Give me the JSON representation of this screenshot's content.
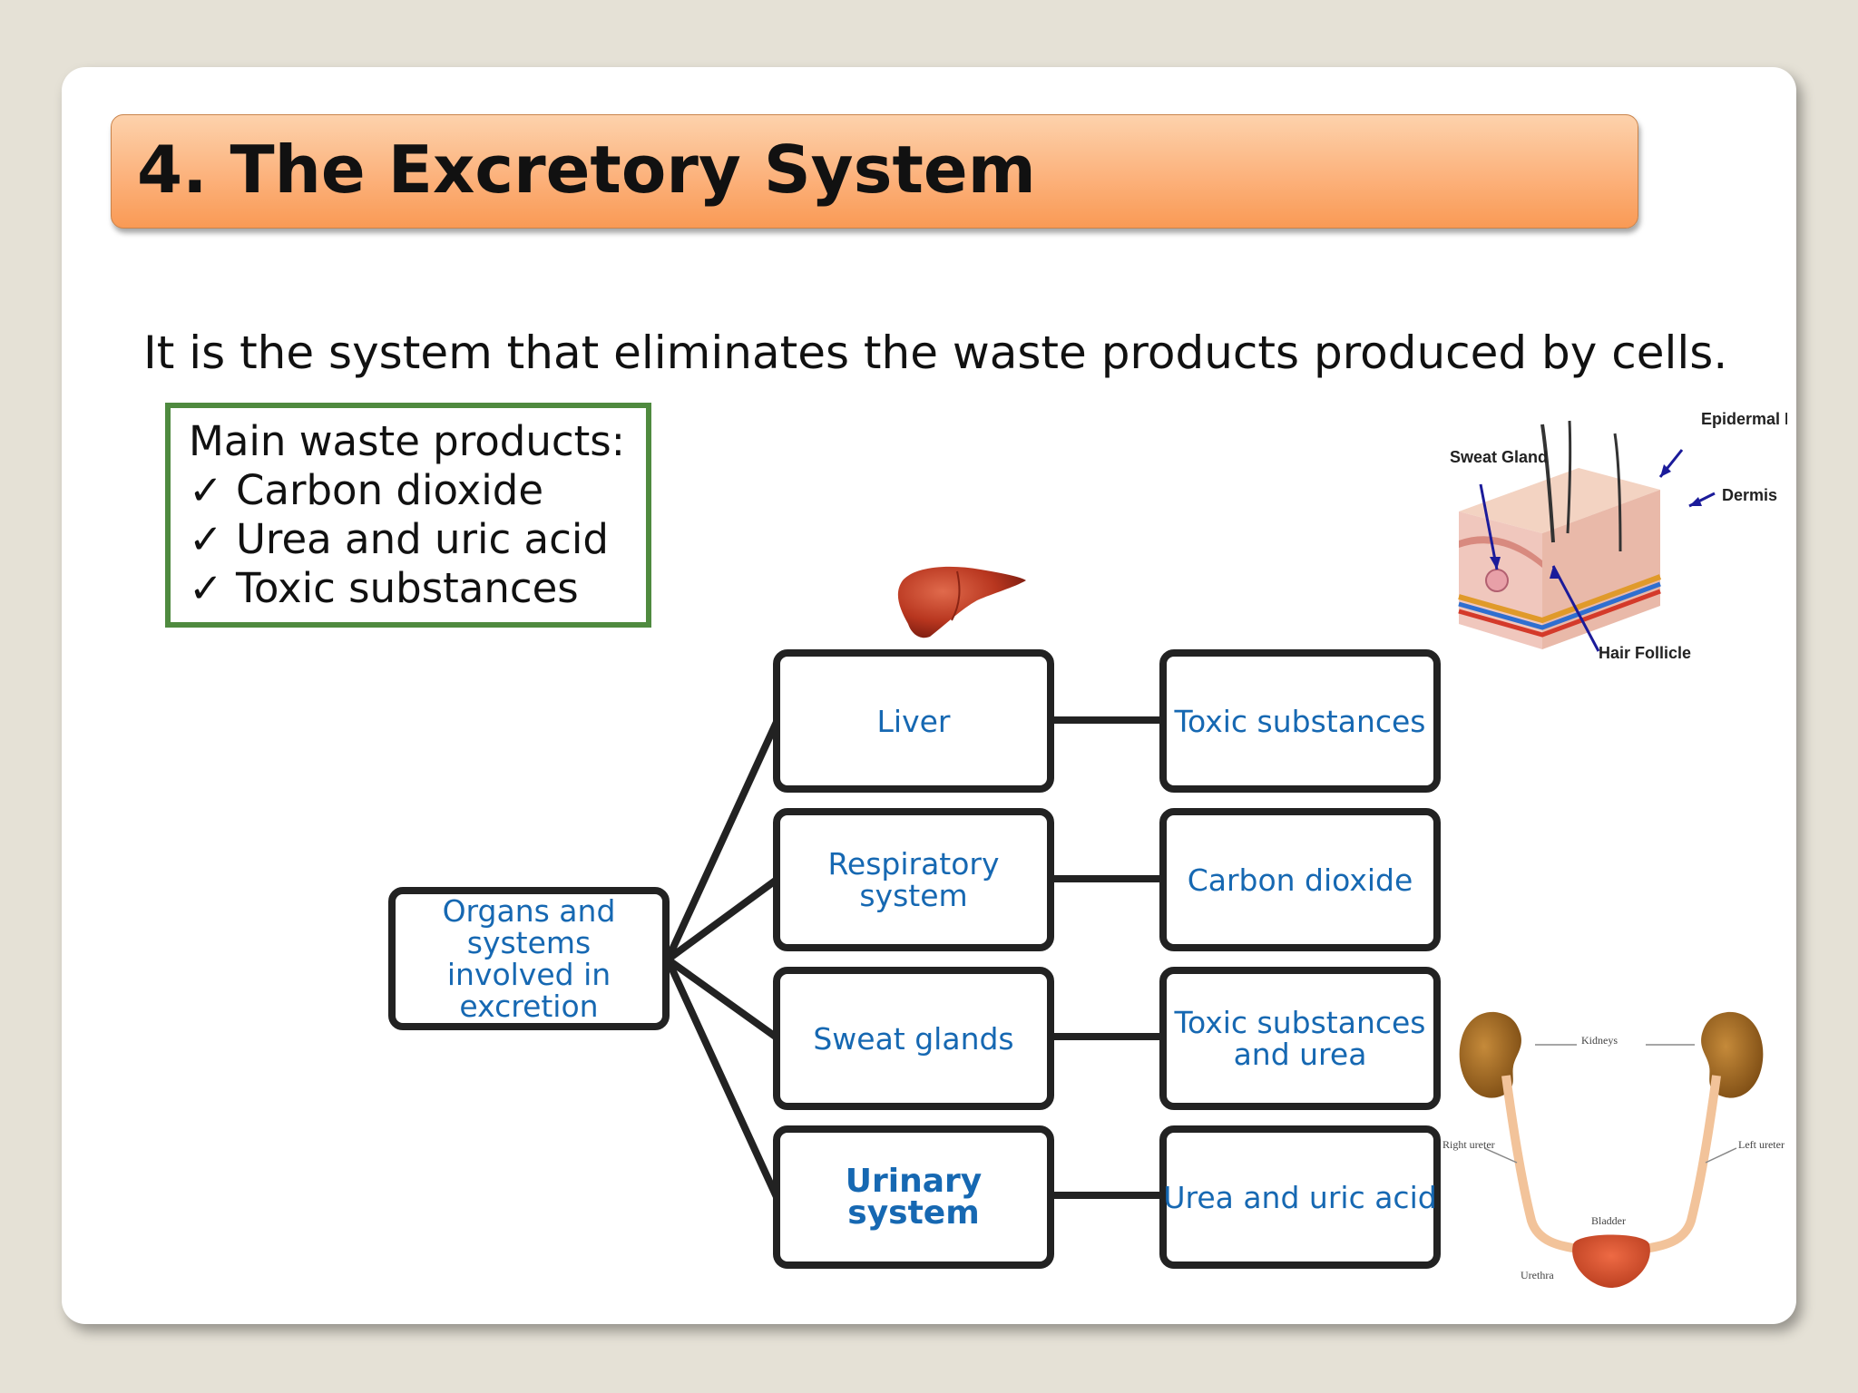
{
  "slide": {
    "title": "4. The Excretory System",
    "intro": "It is the system that eliminates the waste products produced by cells.",
    "waste_box": {
      "heading": "Main waste products:",
      "check_mark": "✓",
      "items": [
        "Carbon dioxide",
        "Urea and uric acid",
        "Toxic substances"
      ]
    }
  },
  "diagram": {
    "root": "Organs and systems involved in excretion",
    "organs": [
      "Liver",
      "Respiratory system",
      "Sweat glands",
      "Urinary system"
    ],
    "products": [
      "Toxic substances",
      "Carbon dioxide",
      "Toxic substances and urea",
      "Urea and uric acid"
    ],
    "text_color": "#1668b2"
  },
  "skin_illustration": {
    "labels": [
      "Sweat Gland",
      "Epidermal Layer",
      "Dermis",
      "Hair Follicle"
    ]
  },
  "urinary_illustration": {
    "labels": [
      "Kidneys",
      "Right ureter",
      "Left ureter",
      "Bladder",
      "Urethra"
    ]
  },
  "colors": {
    "title_bar": "#fcb27c",
    "waste_box_border": "#4f8a3f",
    "node_border": "#222222"
  }
}
